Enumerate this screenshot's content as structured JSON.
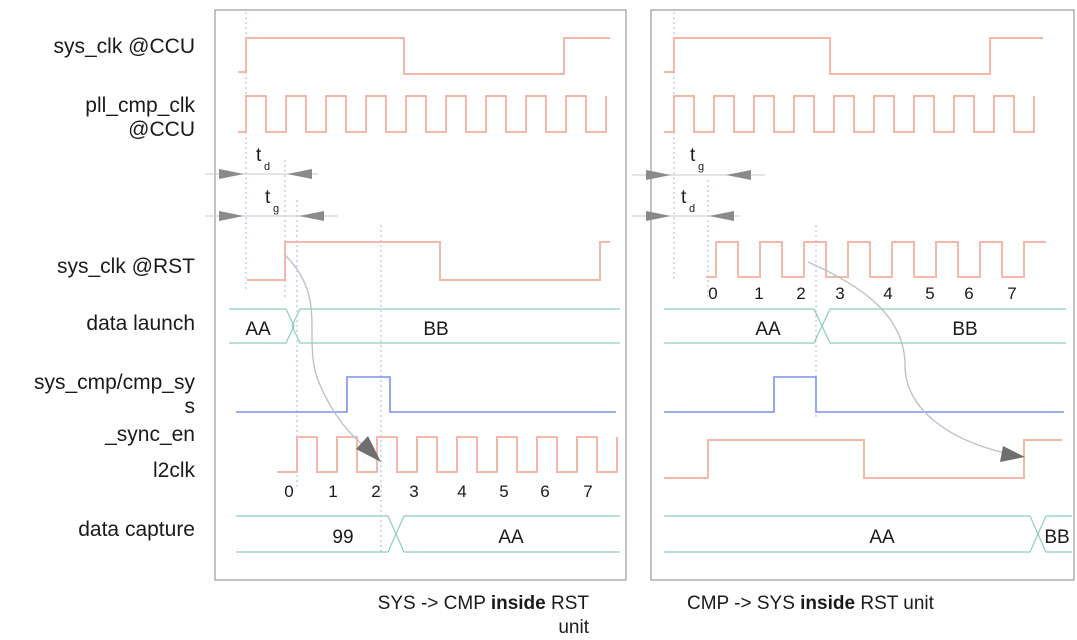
{
  "signals": {
    "sys_clk_ccu": "sys_clk @CCU",
    "pll_cmp_clk_1": "pll_cmp_clk",
    "pll_cmp_clk_2": "@CCU",
    "sys_clk_rst": "sys_clk @RST",
    "data_launch": "data launch",
    "sync_en_1": "sys_cmp/cmp_sy",
    "sync_en_2": "s",
    "sync_en_3": "_sync_en",
    "l2clk": "l2clk",
    "data_capture": "data capture"
  },
  "timing": {
    "t": "t",
    "d_sub": "d",
    "g_sub": "g"
  },
  "left_panel": {
    "launch_values": [
      "AA",
      "BB"
    ],
    "capture_values": [
      "99",
      "AA"
    ],
    "cycle_numbers": [
      "0",
      "1",
      "2",
      "3",
      "4",
      "5",
      "6",
      "7"
    ],
    "caption_1": "SYS -> CMP ",
    "caption_bold": "inside",
    "caption_2": " RST",
    "caption_3": "unit"
  },
  "right_panel": {
    "launch_values": [
      "AA",
      "BB"
    ],
    "capture_values": [
      "AA",
      "BB"
    ],
    "cycle_numbers": [
      "0",
      "1",
      "2",
      "3",
      "4",
      "5",
      "6",
      "7"
    ],
    "caption_1": "CMP -> SYS ",
    "caption_bold": "inside",
    "caption_2": " RST unit"
  },
  "colors": {
    "clock": "#f6b7a8",
    "enable": "#7b8ff0",
    "bus": "#8ccfb6",
    "panel_border": "#9a9a9a"
  }
}
